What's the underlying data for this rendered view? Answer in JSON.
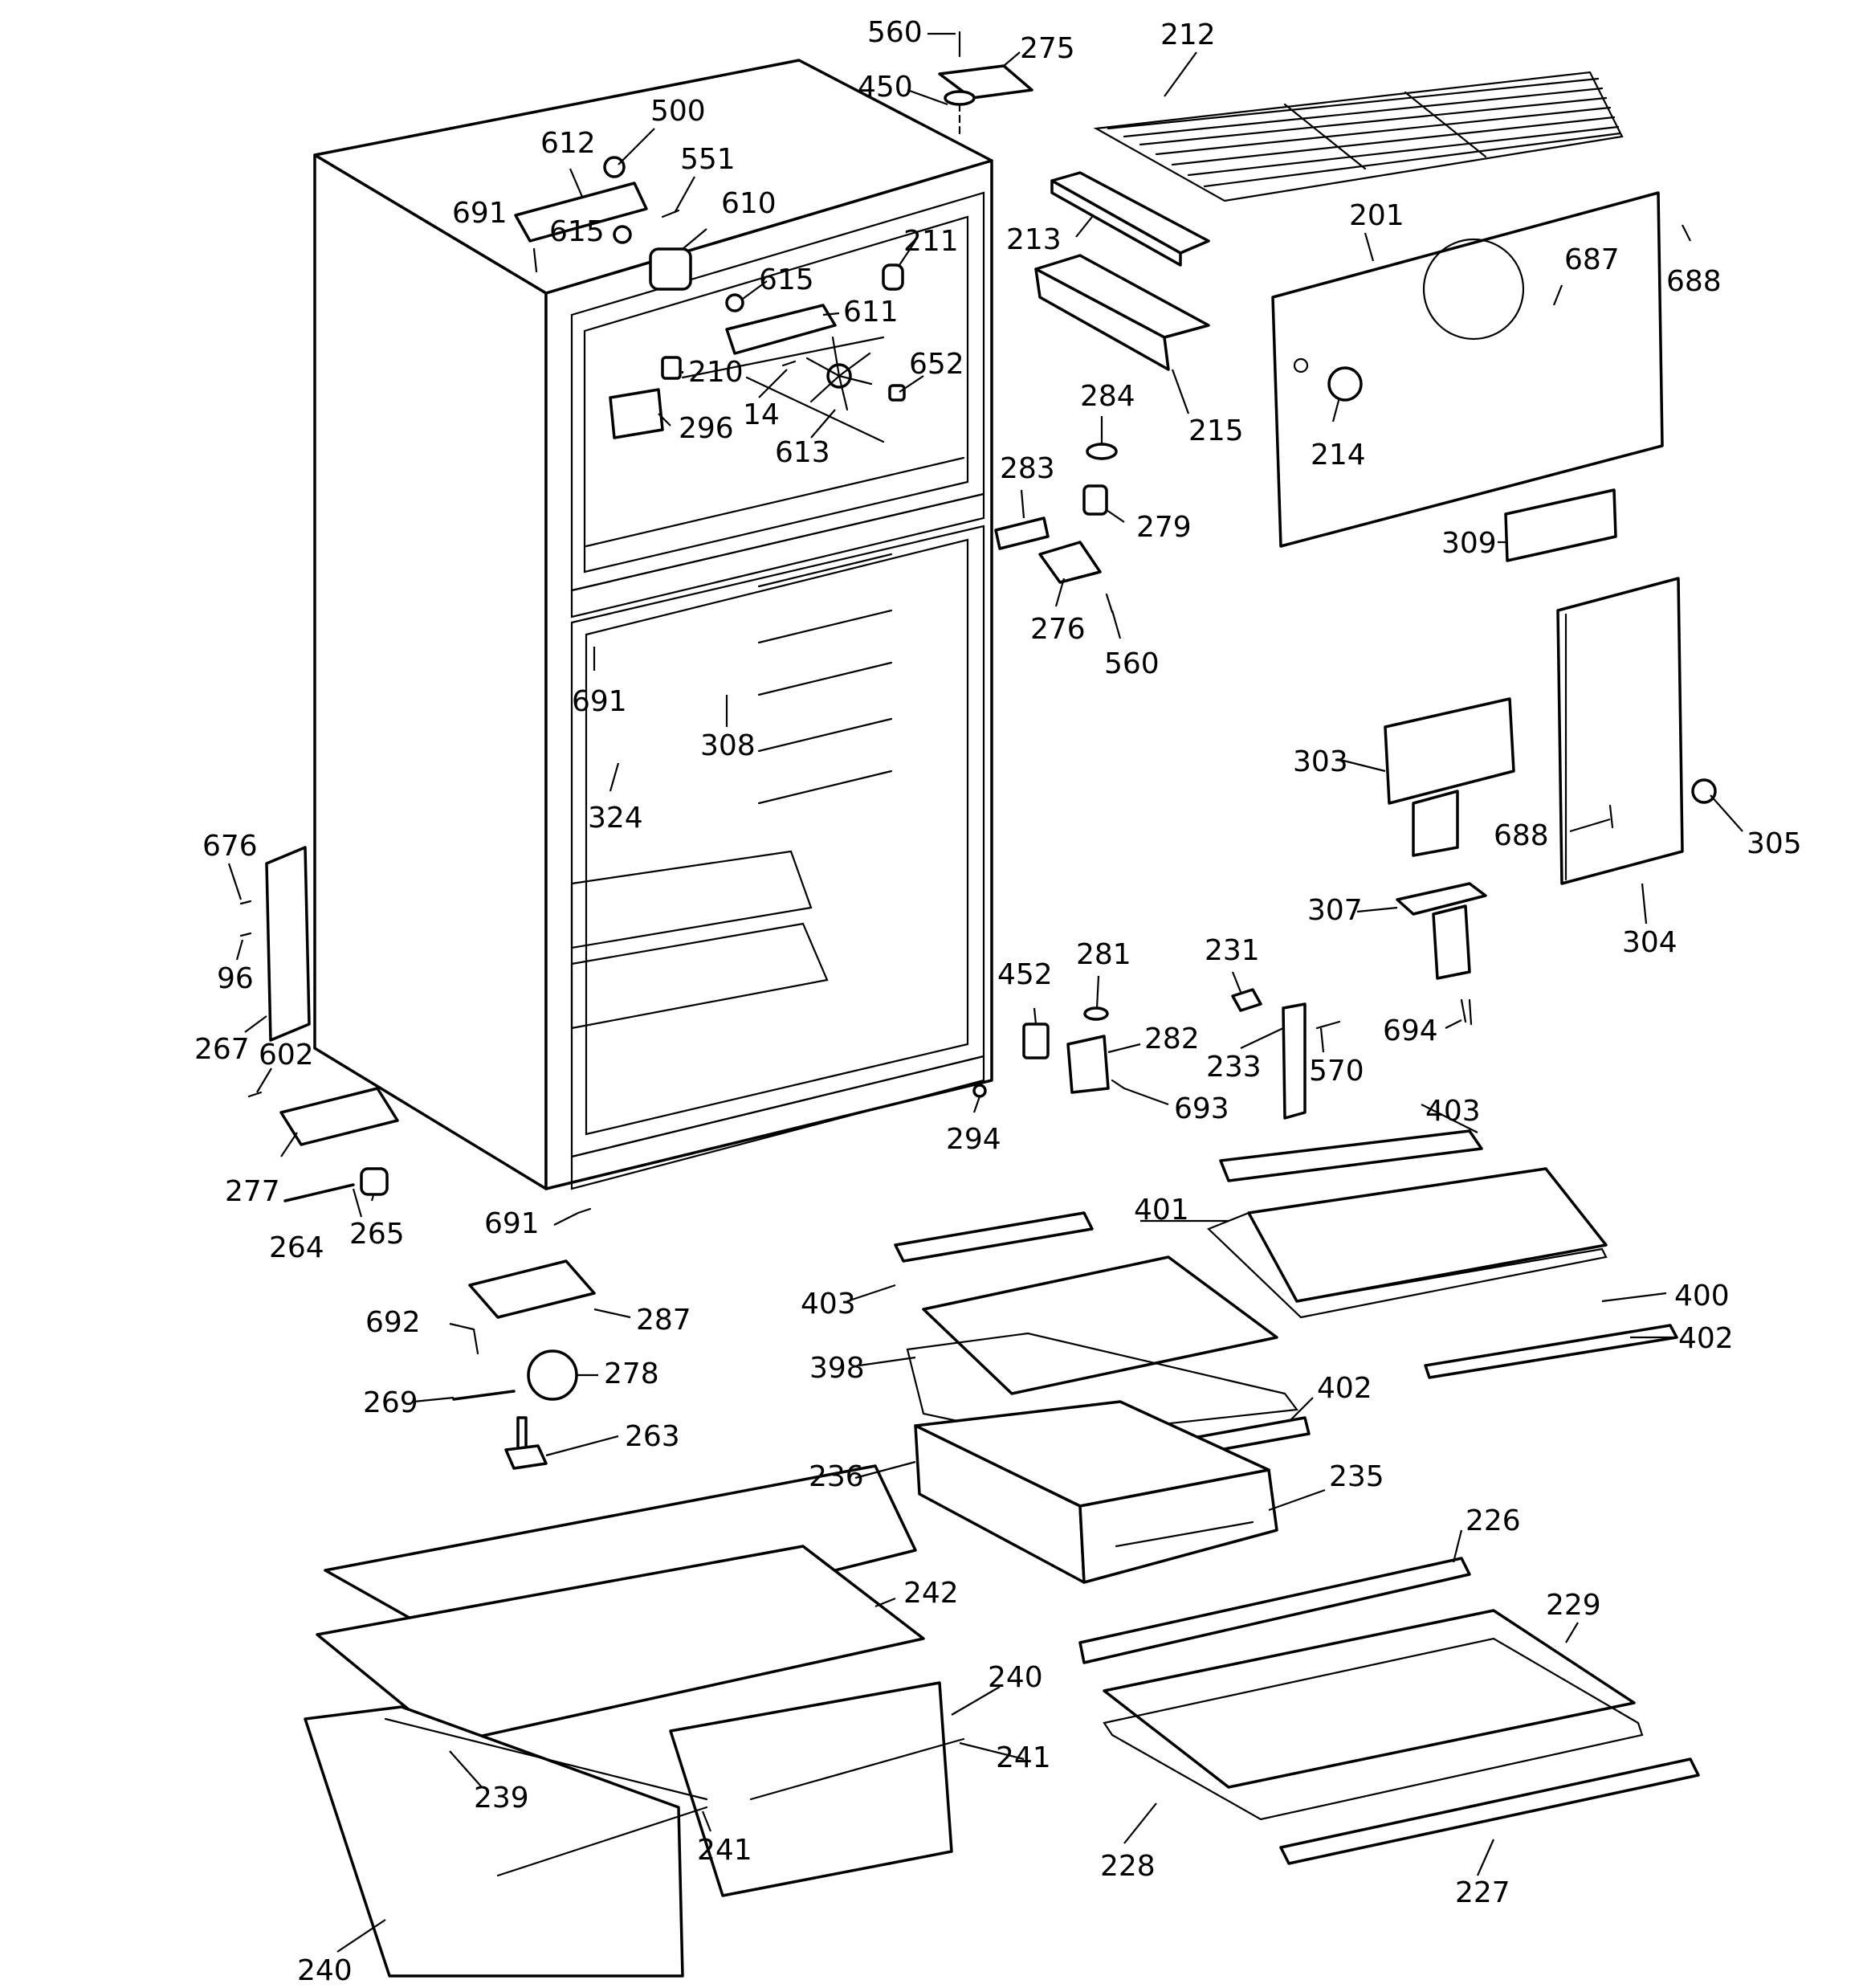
{
  "labels": {
    "l560a": "560",
    "l275": "275",
    "l212": "212",
    "l450": "450",
    "l500": "500",
    "l612": "612",
    "l551": "551",
    "l691a": "691",
    "l610": "610",
    "l615a": "615",
    "l615b": "615",
    "l211": "211",
    "l611": "611",
    "l213": "213",
    "l201": "201",
    "l687": "687",
    "l688a": "688",
    "l210": "210",
    "l652": "652",
    "l14": "14",
    "l296": "296",
    "l613": "613",
    "l284": "284",
    "l215": "215",
    "l214": "214",
    "l283": "283",
    "l279": "279",
    "l309": "309",
    "l276": "276",
    "l560b": "560",
    "l691b": "691",
    "l308": "308",
    "l303": "303",
    "l324": "324",
    "l676": "676",
    "l96": "96",
    "l267": "267",
    "l602": "602",
    "l688b": "688",
    "l305": "305",
    "l307": "307",
    "l304": "304",
    "l452": "452",
    "l281": "281",
    "l231": "231",
    "l282": "282",
    "l233": "233",
    "l570": "570",
    "l694": "694",
    "l693": "693",
    "l294": "294",
    "l403a": "403",
    "l277": "277",
    "l264": "264",
    "l265": "265",
    "l691c": "691",
    "l401": "401",
    "l403b": "403",
    "l400": "400",
    "l692": "692",
    "l287": "287",
    "l402a": "402",
    "l398": "398",
    "l269": "269",
    "l278": "278",
    "l402b": "402",
    "l263": "263",
    "l236": "236",
    "l235": "235",
    "l226": "226",
    "l242": "242",
    "l229": "229",
    "l240a": "240",
    "l241a": "241",
    "l239": "239",
    "l241b": "241",
    "l228": "228",
    "l227": "227",
    "l240b": "240"
  }
}
